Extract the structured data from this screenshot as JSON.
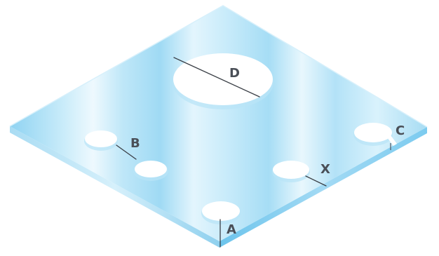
{
  "labels": {
    "a": "A",
    "b": "B",
    "c": "C",
    "d": "D",
    "x": "X"
  },
  "colors": {
    "plate_light": "#e9f7fd",
    "plate_mid": "#bfe7f8",
    "plate_dark": "#7dcdf0",
    "edge_dark": "#63bfe8",
    "hole": "#ffffff",
    "label": "#4a4f57",
    "dimension_line": "#3a3f46"
  }
}
